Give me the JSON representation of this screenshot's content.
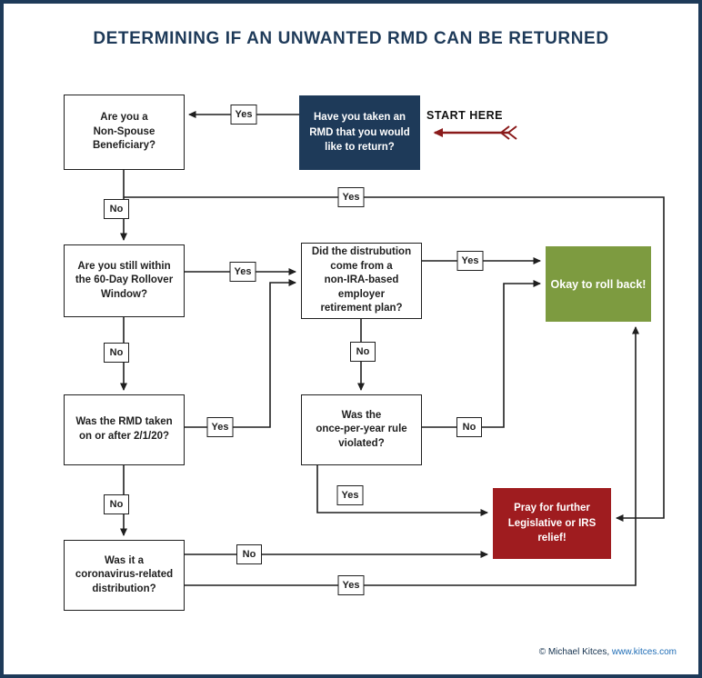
{
  "title": "DETERMINING IF AN UNWANTED RMD CAN BE RETURNED",
  "start_label": "START HERE",
  "colors": {
    "navy": "#1e3a59",
    "green": "#7d9b40",
    "red": "#9f1c1f",
    "arrow": "#8a1a1a",
    "line": "#1f1f1f",
    "link": "#1f6db6"
  },
  "nodes": {
    "start": "Have you taken an\nRMD that you would\nlike to return?",
    "non_spouse": "Are you a\nNon-Spouse\nBeneficiary?",
    "sixty_day": "Are you still within\nthe 60-Day Rollover\nWindow?",
    "rmd_date": "Was the RMD taken\non or after 2/1/20?",
    "coronavirus": "Was it a\ncoronavirus-related\ndistribution?",
    "non_ira": "Did the distrubution\ncome from a\nnon-IRA-based\nemployer\nretirement plan?",
    "once_per_year": "Was the\nonce-per-year rule\nviolated?",
    "roll_back": "Okay to roll back!",
    "pray": "Pray for further\nLegislative or IRS\nrelief!"
  },
  "edge_labels": {
    "start_yes": "Yes",
    "non_spouse_yes": "Yes",
    "non_spouse_no": "No",
    "sixty_day_yes": "Yes",
    "sixty_day_no": "No",
    "rmd_date_yes": "Yes",
    "rmd_date_no": "No",
    "non_ira_yes": "Yes",
    "non_ira_no": "No",
    "once_per_year_no": "No",
    "once_per_year_yes": "Yes",
    "coronavirus_no": "No",
    "coronavirus_yes": "Yes"
  },
  "footer": {
    "copyright": "© Michael Kitces, ",
    "link": "www.kitces.com"
  }
}
